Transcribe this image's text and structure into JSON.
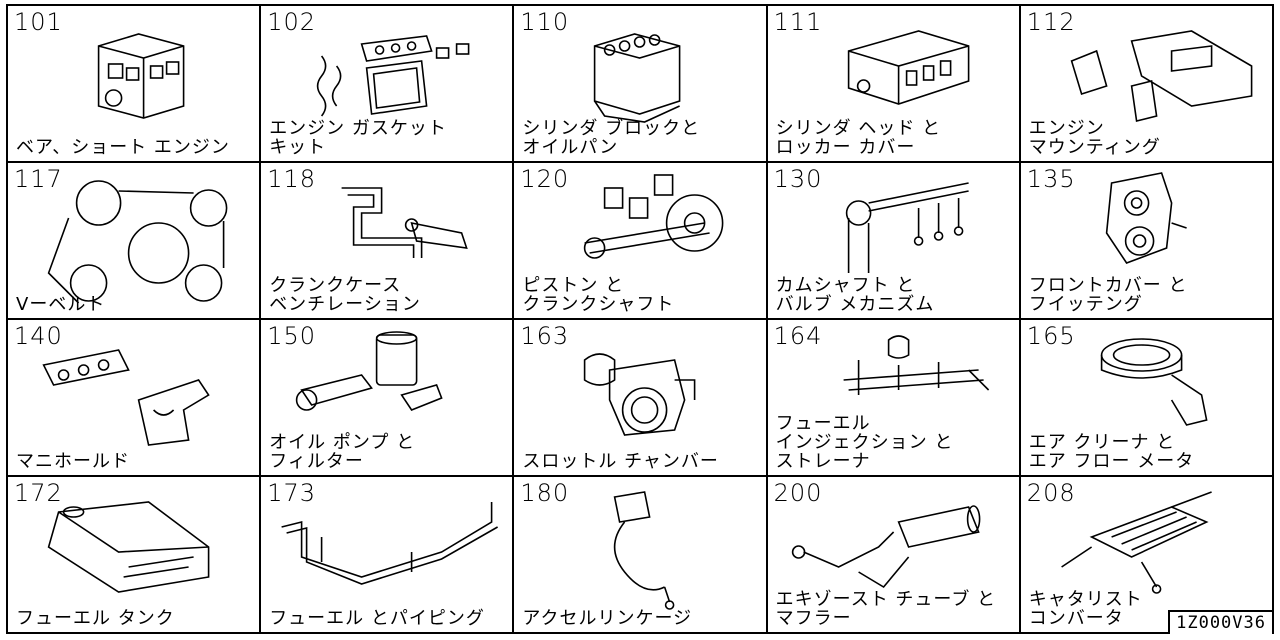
{
  "parts": [
    {
      "code": "101",
      "lines": [
        "ベア、ショート エンジン"
      ],
      "icon": "engine-block-icon"
    },
    {
      "code": "102",
      "lines": [
        "エンジン ガスケット",
        "キット"
      ],
      "icon": "gasket-kit-icon"
    },
    {
      "code": "110",
      "lines": [
        "シリンダ ブロックと",
        "オイルパン"
      ],
      "icon": "cylinder-block-icon"
    },
    {
      "code": "111",
      "lines": [
        "シリンダ ヘッド と",
        "ロッカー カバー"
      ],
      "icon": "cylinder-head-icon"
    },
    {
      "code": "112",
      "lines": [
        "エンジン",
        "マウンティング"
      ],
      "icon": "engine-mount-icon"
    },
    {
      "code": "117",
      "lines": [
        "Vーベルト"
      ],
      "icon": "v-belt-icon"
    },
    {
      "code": "118",
      "lines": [
        "クランクケース",
        "ベンチレーション"
      ],
      "icon": "crankcase-hose-icon"
    },
    {
      "code": "120",
      "lines": [
        "ピストン と",
        "クランクシャフト"
      ],
      "icon": "piston-crankshaft-icon"
    },
    {
      "code": "130",
      "lines": [
        "カムシャフト と",
        "バルブ メカニズム"
      ],
      "icon": "camshaft-valve-icon"
    },
    {
      "code": "135",
      "lines": [
        "フロントカバー と",
        "フイッテング"
      ],
      "icon": "front-cover-icon"
    },
    {
      "code": "140",
      "lines": [
        "マニホールド"
      ],
      "icon": "manifold-icon"
    },
    {
      "code": "150",
      "lines": [
        "オイル ポンプ と",
        "フィルター"
      ],
      "icon": "oil-pump-filter-icon"
    },
    {
      "code": "163",
      "lines": [
        "スロットル チャンバー"
      ],
      "icon": "throttle-chamber-icon"
    },
    {
      "code": "164",
      "lines": [
        "フューエル",
        "インジェクション と",
        "ストレーナ"
      ],
      "icon": "fuel-injection-icon"
    },
    {
      "code": "165",
      "lines": [
        "エア クリーナ と",
        "エア フロー メータ"
      ],
      "icon": "air-cleaner-icon"
    },
    {
      "code": "172",
      "lines": [
        "フューエル タンク"
      ],
      "icon": "fuel-tank-icon"
    },
    {
      "code": "173",
      "lines": [
        "フューエル とパイピング"
      ],
      "icon": "fuel-piping-icon"
    },
    {
      "code": "180",
      "lines": [
        "アクセルリンケージ"
      ],
      "icon": "accelerator-linkage-icon"
    },
    {
      "code": "200",
      "lines": [
        "エキゾースト チューブ と",
        "マフラー"
      ],
      "icon": "exhaust-muffler-icon"
    },
    {
      "code": "208",
      "lines": [
        "キャタリスト",
        "コンバータ"
      ],
      "icon": "catalytic-converter-icon"
    }
  ],
  "reference": "1Z000V36"
}
